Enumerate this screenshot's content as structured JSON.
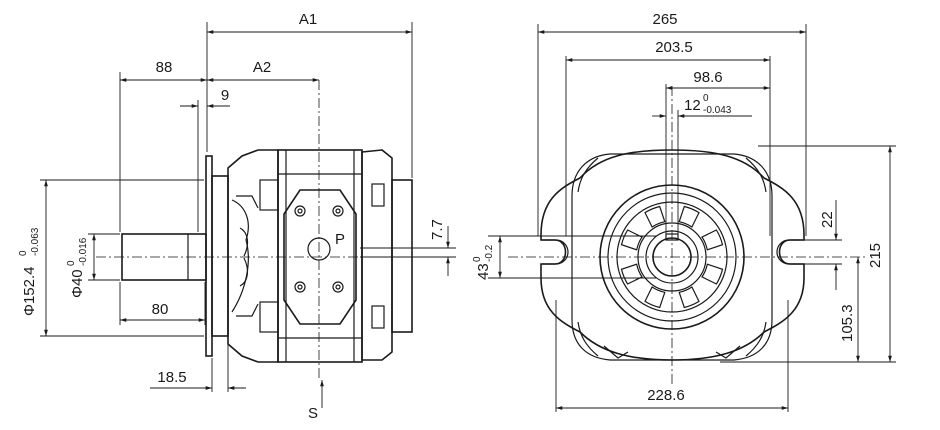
{
  "side_view": {
    "dim_a1": "A1",
    "dim_a2": "A2",
    "dim_88": "88",
    "dim_9": "9",
    "dim_80": "80",
    "dim_18_5": "18.5",
    "dim_7_7": "7.7",
    "port_p": "P",
    "port_s": "S",
    "dia_152_main": "Φ152.4",
    "dia_152_sup": "0",
    "dia_152_sub": "-0.063",
    "dia_40_main": "Φ40",
    "dia_40_sup": "0",
    "dia_40_sub": "-0.016"
  },
  "front_view": {
    "dim_265": "265",
    "dim_203_5": "203.5",
    "dim_98_6": "98.6",
    "dim_12_main": "12",
    "dim_12_sup": "0",
    "dim_12_sub": "-0.043",
    "dim_43_main": "43",
    "dim_43_sup": "0",
    "dim_43_sub": "-0.2",
    "dim_22": "22",
    "dim_215": "215",
    "dim_105_3": "105.3",
    "dim_228_6": "228.6"
  }
}
